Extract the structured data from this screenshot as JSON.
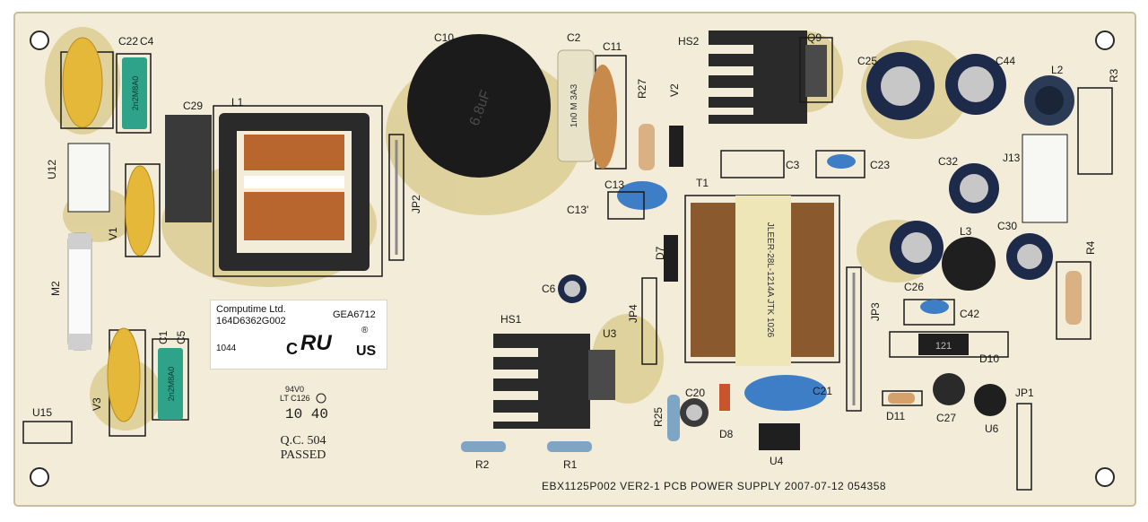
{
  "board": {
    "colors": {
      "pcb": "#f3ecd8",
      "silkscreen": "#1a1a1a",
      "glue": "#d9c98a",
      "heatsink": "#2a2a2a",
      "yellow_cap": "#e6b83a",
      "blue_cap": "#3e7ec6",
      "green_cap": "#2fa38a",
      "copper": "#b8662e"
    },
    "footer_text": "EBX1125P002 VER2-1 PCB POWER SUPPLY 2007-07-12 054358",
    "label_sticker": {
      "company": "Computime Ltd.",
      "part_number": "164D6362G002",
      "code": "GEA6712",
      "lot": "1044",
      "ul_left": "C",
      "ul_mark": "RU",
      "ul_right": "US",
      "ul_registered": "®"
    },
    "rating_marks": {
      "line1": "94V0",
      "line2": "LT C126",
      "date_code": "10 40"
    },
    "qc_stamp": {
      "line1": "Q.C. 504",
      "line2": "PASSED"
    },
    "component_markings": {
      "c10": "6.8uF",
      "c2": "1n0 M 3A3",
      "c22_c4": "2n2M8A0",
      "c1_c5": "2n2M8A0",
      "t1": "JLEER-28L-1214A  JTK 1026",
      "d10": "121"
    },
    "designators": {
      "C22": "C22",
      "C4": "C4",
      "C29": "C29",
      "L1": "L1",
      "U12": "U12",
      "V1": "V1",
      "M2": "M2",
      "C10": "C10",
      "C2": "C2",
      "C11": "C11",
      "HS2": "HS2",
      "R27": "R27",
      "V2": "V2",
      "Q9": "Q9",
      "C25": "C25",
      "C44": "C44",
      "L2": "L2",
      "R3": "R3",
      "JP2": "JP2",
      "C3": "C3",
      "C23": "C23",
      "C13": "C13",
      "C13p": "C13'",
      "C32": "C32",
      "J13": "J13",
      "T1": "T1",
      "L3": "L3",
      "C30": "C30",
      "R4": "R4",
      "D7": "D7",
      "C6": "C6",
      "C26": "C26",
      "C42": "C42",
      "JP3": "JP3",
      "JP4": "JP4",
      "HS1": "HS1",
      "U3": "U3",
      "D10": "D10",
      "C1": "C1",
      "C5": "C5",
      "V3": "V3",
      "C20": "C20",
      "C21": "C21",
      "R25": "R25",
      "D8": "D8",
      "D11": "D11",
      "C27": "C27",
      "U6": "U6",
      "JP1": "JP1",
      "U15": "U15",
      "R2": "R2",
      "R1": "R1",
      "U4": "U4"
    }
  }
}
